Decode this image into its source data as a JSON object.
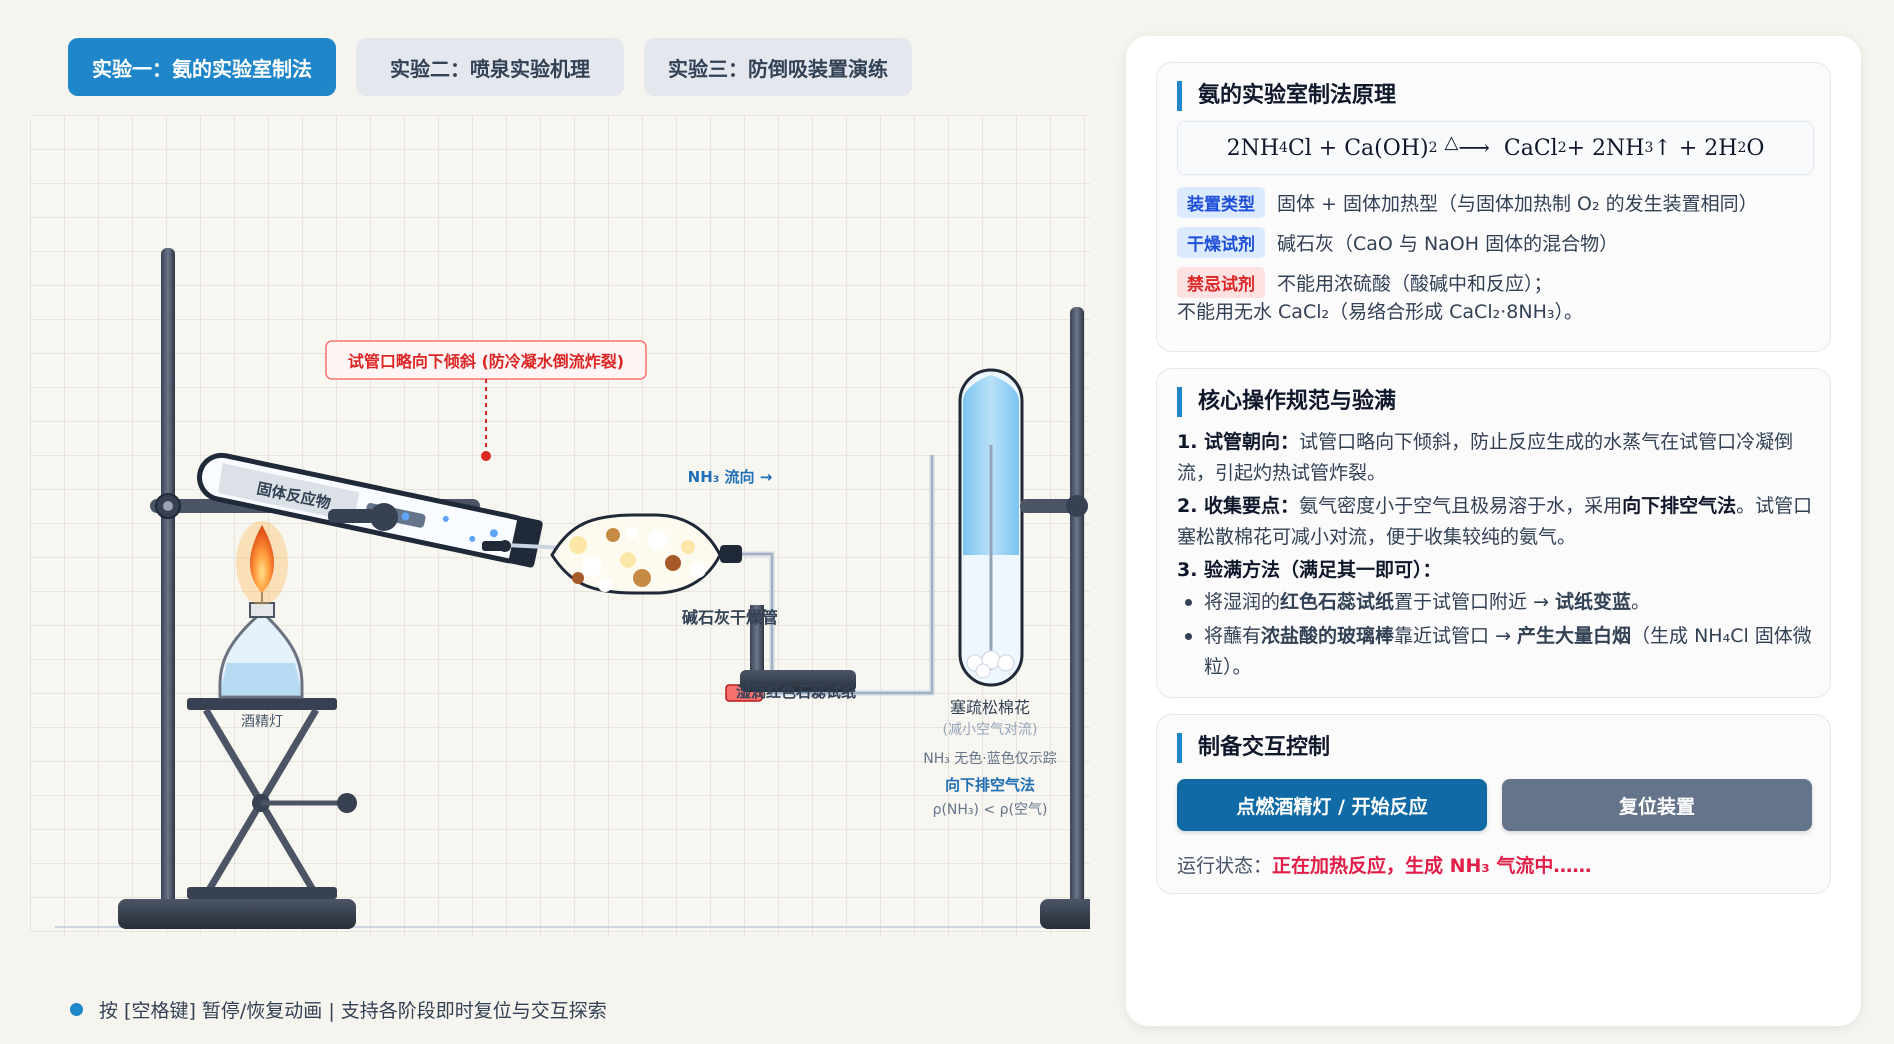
{
  "tabs": [
    {
      "label": "实验一：氨的实验室制法",
      "active": true
    },
    {
      "label": "实验二：喷泉实验机理",
      "active": false
    },
    {
      "label": "实验三：防倒吸装置演练",
      "active": false
    }
  ],
  "apparatus": {
    "callout": "试管口略向下倾斜 (防冷凝水倒流炸裂)",
    "tube_label": "固体反应物",
    "lamp_label": "酒精灯",
    "flow_label": "NH₃ 流向 →",
    "dryer_label": "碱石灰干燥管",
    "litmus_label": "湿润红色石蕊试纸",
    "cotton_label": "塞疏松棉花",
    "cotton_note": "(减小空气对流)",
    "color_note": "NH₃ 无色·蓝色仅示踪",
    "method": "向下排空气法",
    "density": "ρ(NH₃) < ρ(空气)"
  },
  "footer": "按 [空格键] 暂停/恢复动画 | 支持各阶段即时复位与交互探索",
  "principle": {
    "title": "氨的实验室制法原理",
    "rows": [
      {
        "tag": "装置类型",
        "text": "固体 + 固体加热型（与固体加热制 O₂ 的发生装置相同）"
      },
      {
        "tag": "干燥试剂",
        "text": "碱石灰（CaO 与 NaOH 固体的混合物）"
      },
      {
        "tag": "禁忌试剂",
        "text": "不能用浓硫酸（酸碱中和反应）；"
      }
    ],
    "extra": "不能用无水 CaCl₂（易络合形成 CaCl₂·8NH₃）。"
  },
  "operations": {
    "title": "核心操作规范与验满",
    "items": [
      {
        "head": "1. 试管朝向：",
        "text": "试管口略向下倾斜，防止反应生成的水蒸气在试管口冷凝倒流，引起灼热试管炸裂。"
      },
      {
        "head": "2. 收集要点：",
        "text": "氨气密度小于空气且极易溶于水，采用",
        "strong": "向下排空气法",
        "tail": "。试管口塞松散棉花可减小对流，便于收集较纯的氨气。"
      },
      {
        "head": "3. 验满方法（满足其一即可）：",
        "text": ""
      }
    ],
    "bullets": [
      {
        "pre": "将湿润的",
        "b1": "红色石蕊试纸",
        "mid": "置于试管口附近 → ",
        "b2": "试纸变蓝",
        "post": "。"
      },
      {
        "pre": "将蘸有",
        "b1": "浓盐酸的玻璃棒",
        "mid": "靠近试管口 → ",
        "b2": "产生大量白烟",
        "post": "（生成 NH₄Cl 固体微粒）。"
      }
    ]
  },
  "control": {
    "title": "制备交互控制",
    "start_label": "点燃酒精灯 / 开始反应",
    "reset_label": "复位装置",
    "status_label": "运行状态：",
    "status_value": "正在加热反应，生成 NH₃ 气流中……"
  }
}
